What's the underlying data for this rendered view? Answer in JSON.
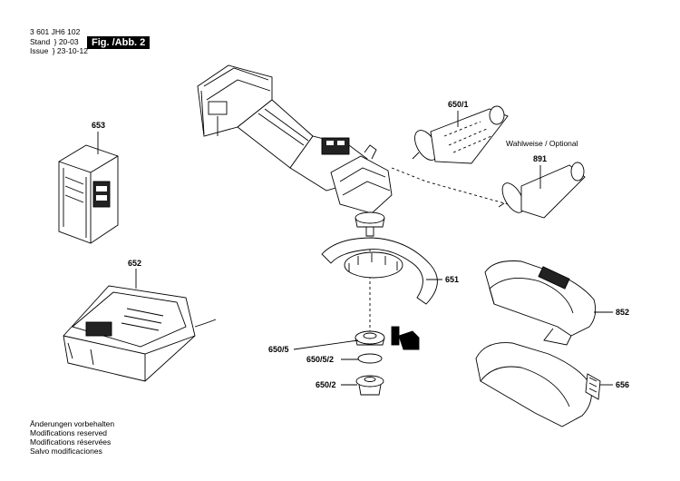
{
  "header": {
    "doc_number": "3 601 JH6 102",
    "stand_label": "Stand",
    "stand_value": "20-03",
    "issue_label": "Issue",
    "issue_value": "23-10-12",
    "figure_label": "Fig. /Abb. 2"
  },
  "parts": {
    "p653": "653",
    "p652": "652",
    "p650_1": "650/1",
    "p891": "891",
    "p651": "651",
    "p852": "852",
    "p650_5": "650/5",
    "p650_5_2": "650/5/2",
    "p650_2": "650/2",
    "p656": "656"
  },
  "optional_note": "Wahlweise / Optional",
  "footer": [
    "Änderungen vorbehalten",
    "Modifications reserved",
    "Modifications réservées",
    "Salvo modificaciones"
  ]
}
